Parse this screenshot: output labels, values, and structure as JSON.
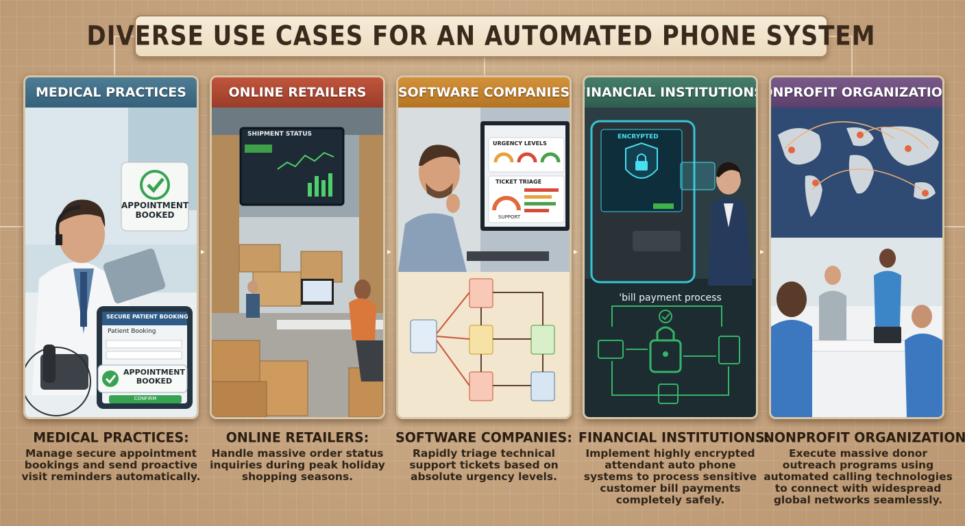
{
  "title": "DIVERSE USE CASES FOR AN AUTOMATED PHONE SYSTEM",
  "colors": {
    "medical": "#3f6b82",
    "retail": "#b24a34",
    "software": "#c9862c",
    "financial": "#3a7060",
    "nonprofit": "#6b4a7a"
  },
  "panels": [
    {
      "header": "MEDICAL PRACTICES",
      "art": {
        "badge_top": [
          "APPOINTMENT",
          "BOOKED"
        ],
        "tablet_title": "SECURE PATIENT BOOKING",
        "tablet_subtitle": "Patient Booking",
        "badge_bottom": [
          "APPOINTMENT",
          "BOOKED"
        ],
        "confirm": "CONFIRM"
      },
      "caption_title": "MEDICAL PRACTICES:",
      "caption_text": "Manage secure appointment bookings and send proactive visit reminders automatically."
    },
    {
      "header": "ONLINE RETAILERS",
      "art": {
        "screen_title": "SHIPMENT STATUS"
      },
      "caption_title": "ONLINE RETAILERS:",
      "caption_text": "Handle massive order status inquiries during peak holiday shopping seasons."
    },
    {
      "header": "SOFTWARE COMPANIES",
      "art": {
        "urgency": "URGENCY LEVELS",
        "triage": "TICKET TRIAGE",
        "support": "SUPPORT"
      },
      "caption_title": "SOFTWARE COMPANIES:",
      "caption_text": "Rapidly triage technical support tickets based on absolute urgency levels."
    },
    {
      "header": "FINANCIAL INSTITUTIONS",
      "art": {
        "screen_title": "ENCRYPTED",
        "process": "'bill payment process"
      },
      "caption_title": "FINANCIAL INSTITUTIONS:",
      "caption_text": "Implement highly encrypted attendant auto phone systems to process sensitive customer bill payments completely safely."
    },
    {
      "header": "NONPROFIT ORGANIZATIONS",
      "art": {},
      "caption_title": "NONPROFIT ORGANIZATIONS:",
      "caption_text": "Execute massive donor outreach programs using automated calling technologies to connect with widespread global networks seamlessly."
    }
  ]
}
